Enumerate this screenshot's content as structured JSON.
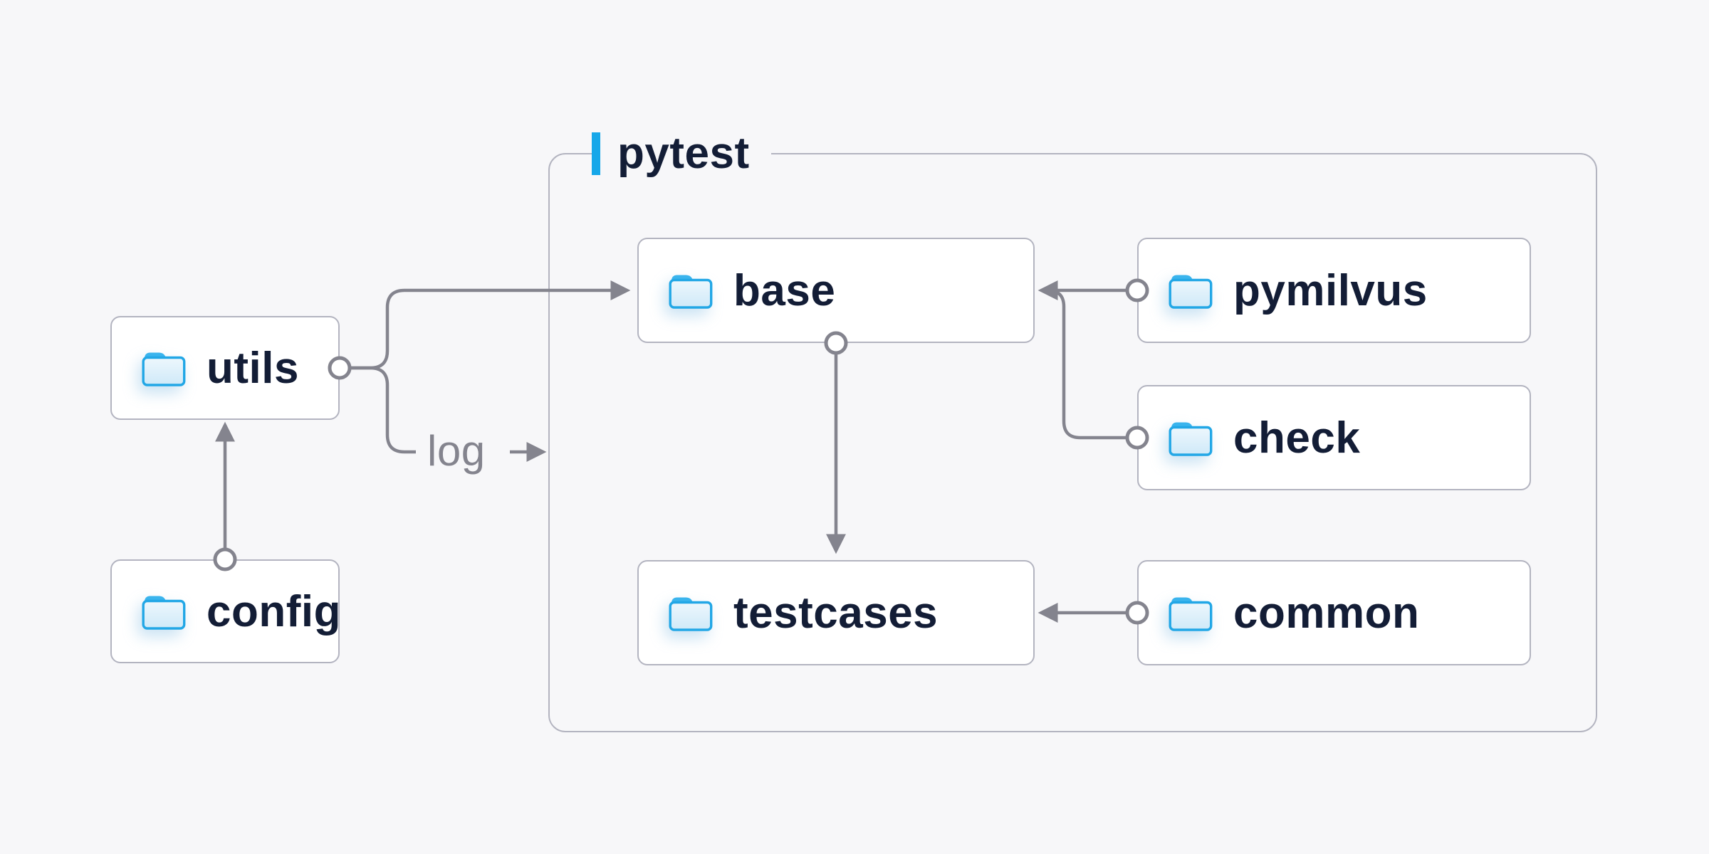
{
  "diagram": {
    "type": "folder-structure-diagram",
    "container": {
      "label": "pytest"
    },
    "nodes": {
      "utils": {
        "label": "utils",
        "icon": "folder-icon"
      },
      "config": {
        "label": "config",
        "icon": "folder-icon"
      },
      "base": {
        "label": "base",
        "icon": "folder-icon"
      },
      "pymilvus": {
        "label": "pymilvus",
        "icon": "folder-icon"
      },
      "check": {
        "label": "check",
        "icon": "folder-icon"
      },
      "testcases": {
        "label": "testcases",
        "icon": "folder-icon"
      },
      "common": {
        "label": "common",
        "icon": "folder-icon"
      }
    },
    "edges": [
      {
        "from": "config",
        "to": "utils"
      },
      {
        "from": "utils",
        "to": "base"
      },
      {
        "from": "utils",
        "to": "pytest-container",
        "label": "log"
      },
      {
        "from": "pymilvus",
        "to": "base"
      },
      {
        "from": "check",
        "to": "base"
      },
      {
        "from": "base",
        "to": "testcases"
      },
      {
        "from": "common",
        "to": "testcases"
      }
    ],
    "colors": {
      "background": "#f7f7f9",
      "node_fill": "#ffffff",
      "node_border": "#b3b4c0",
      "node_text": "#131d36",
      "edge": "#84848e",
      "accent_bar": "#16a7e9",
      "folder_stroke": "#22a7e6",
      "folder_tab": "#3ab4ed",
      "folder_fill_top": "#edf7fd",
      "folder_fill_bottom": "#cfe9f8"
    }
  }
}
